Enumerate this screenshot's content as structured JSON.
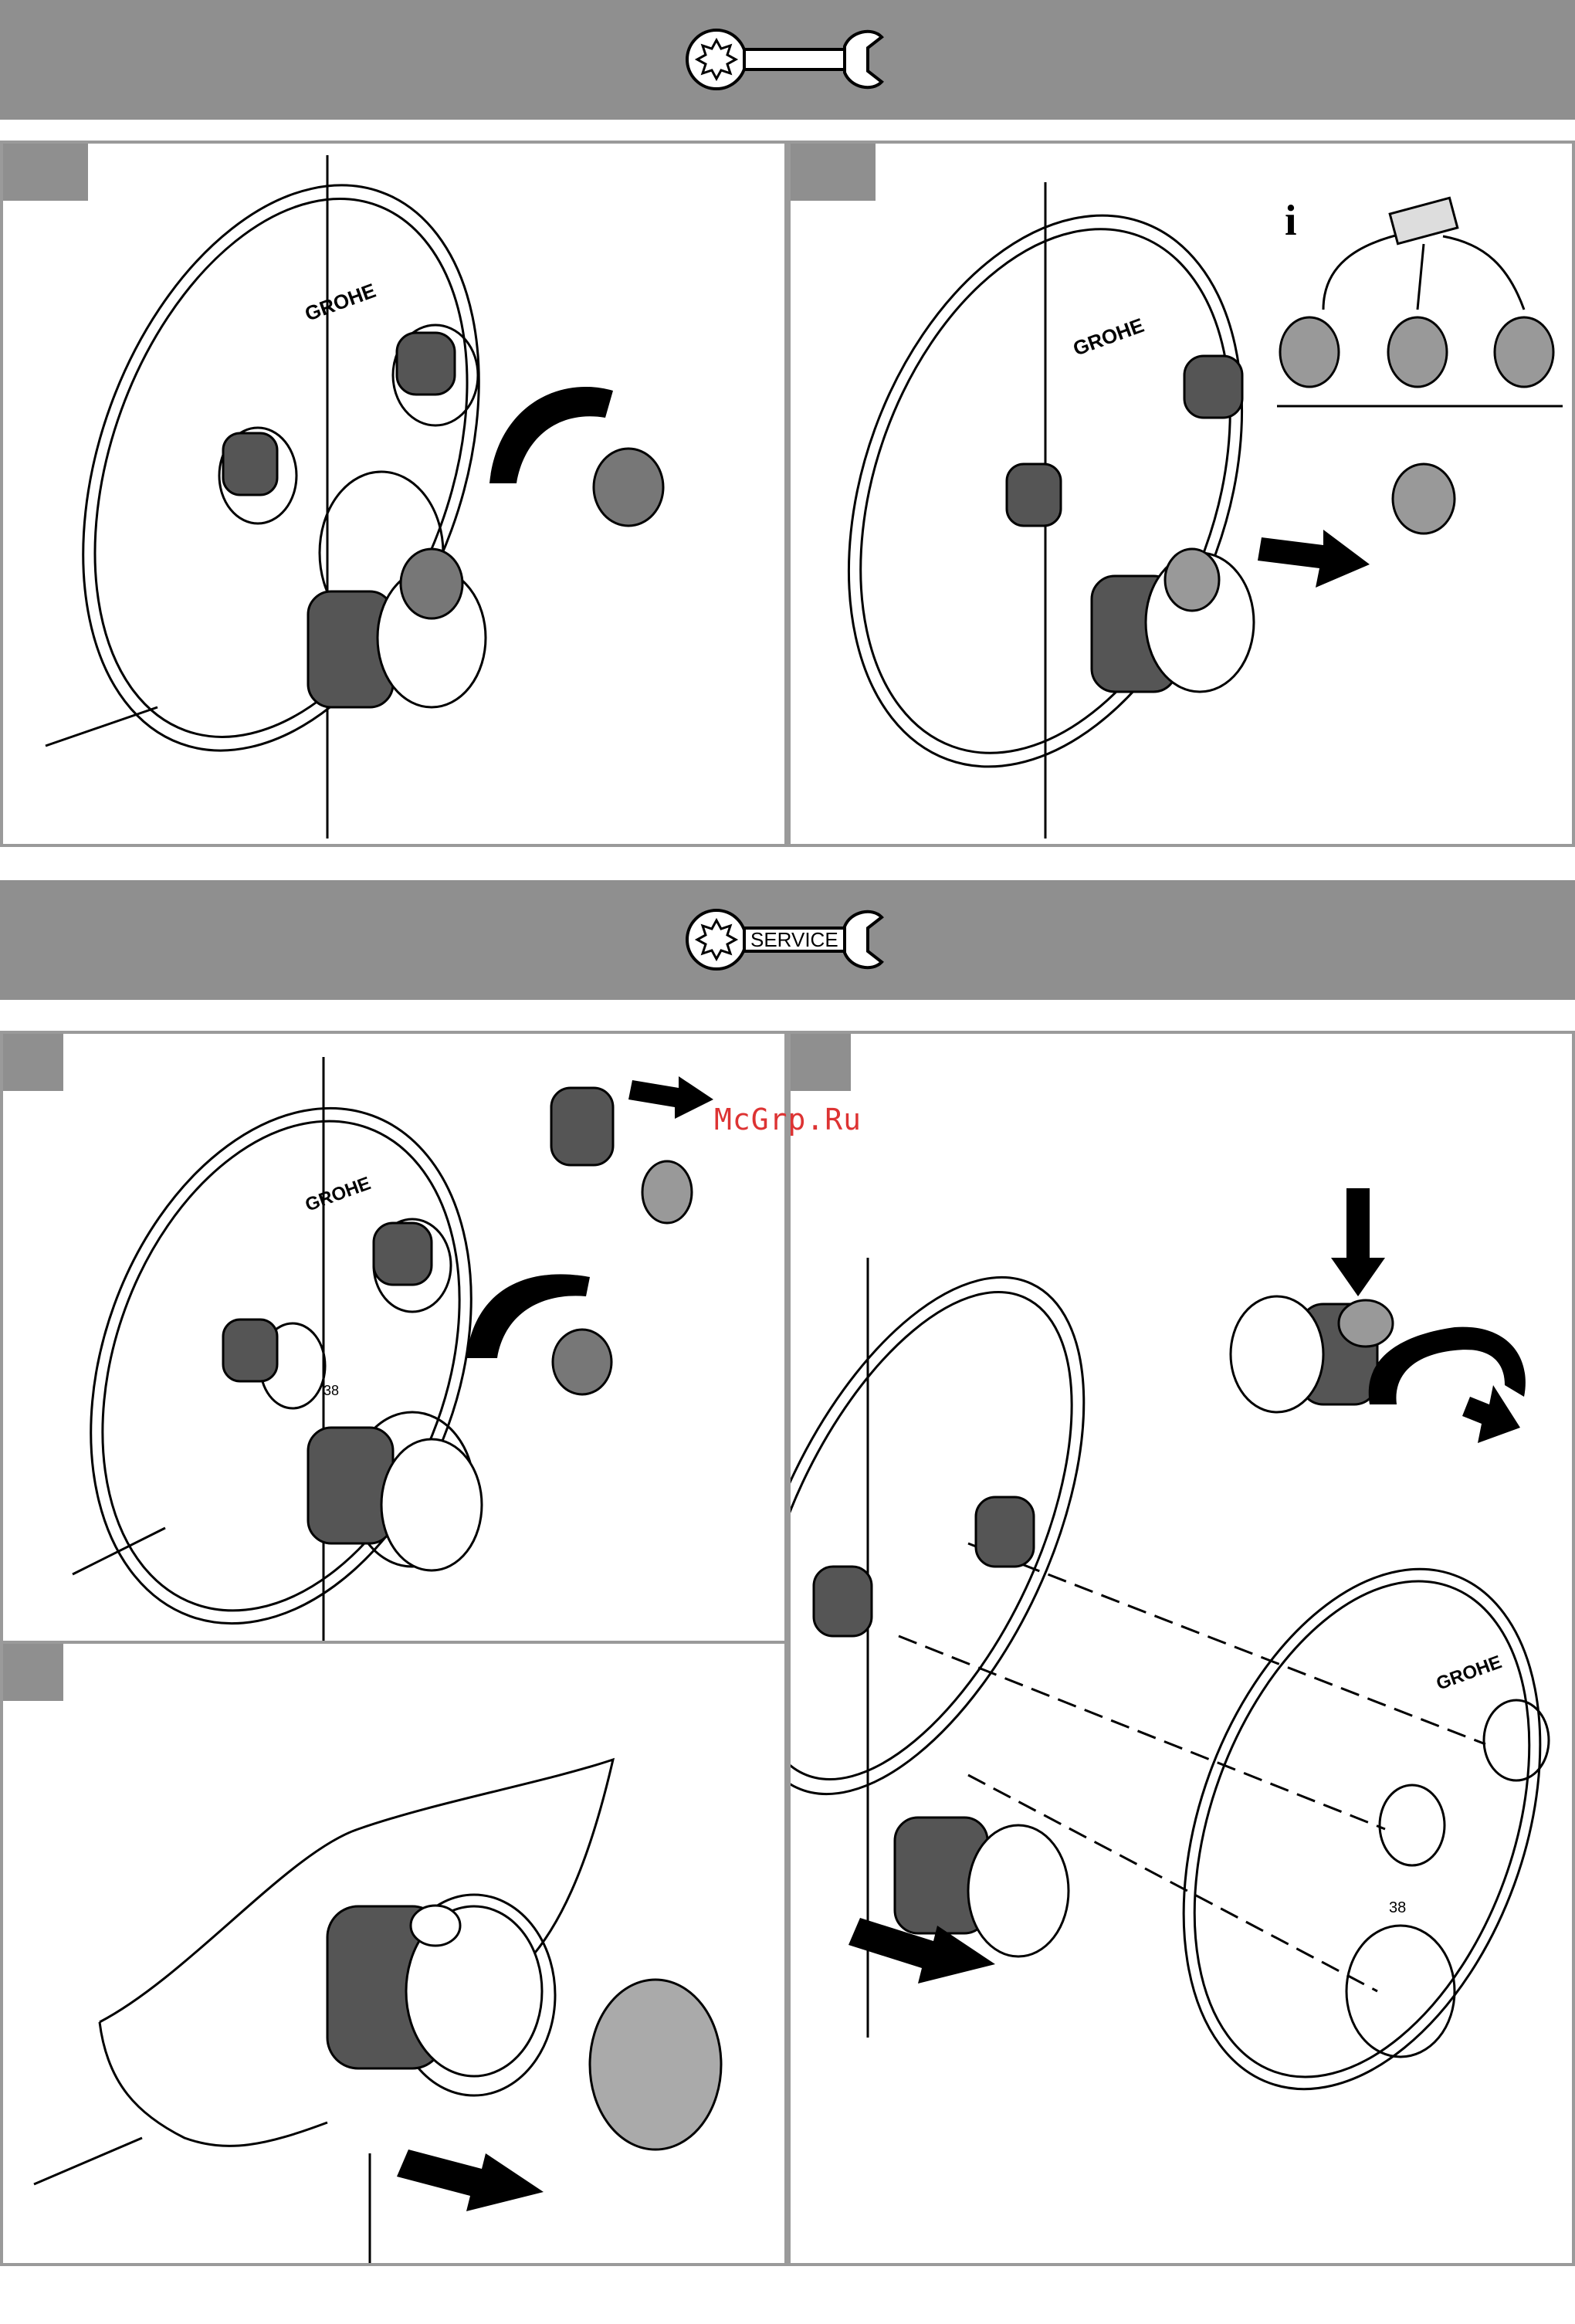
{
  "brand": "GROHE",
  "section_service_label": "SERVICE",
  "watermark": "McGrp.Ru",
  "scale_label": "38",
  "info_glyph": "i",
  "icons": {
    "top_band": "wrench-icon",
    "mid_band": "service-wrench-icon",
    "mode_buttons": [
      "bathtub-icon",
      "rain-shower-icon",
      "hand-shower-icon"
    ]
  }
}
